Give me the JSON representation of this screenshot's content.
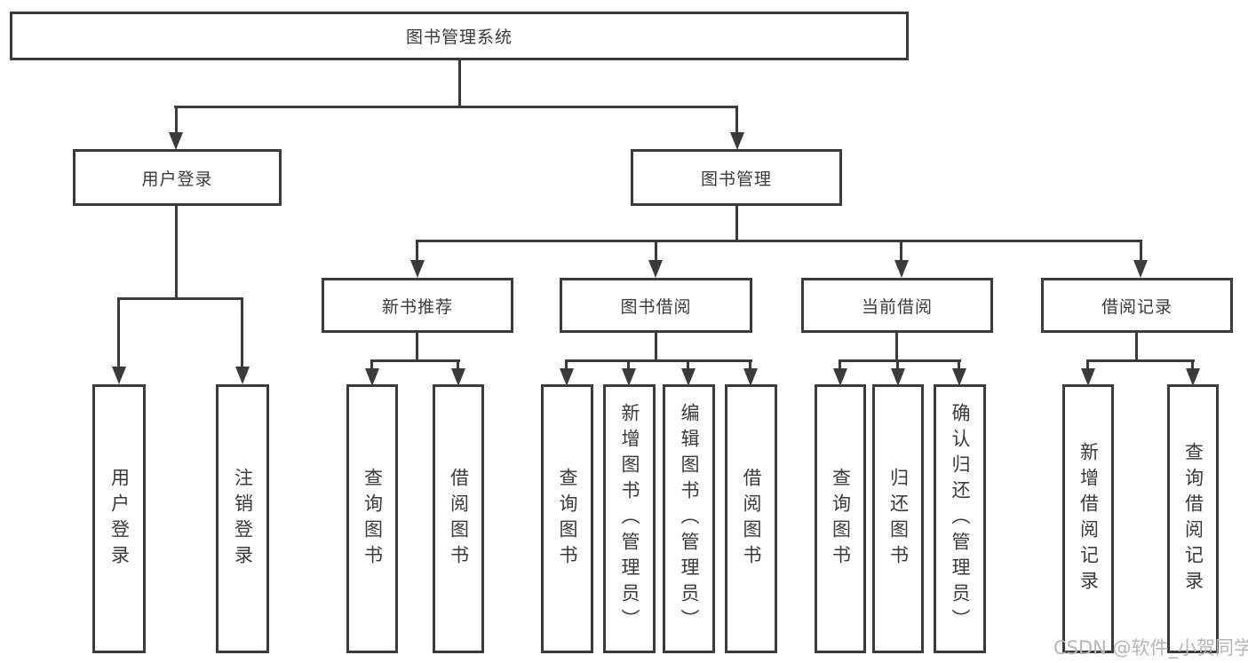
{
  "tree": {
    "root": {
      "label": "图书管理系统"
    },
    "branches": [
      {
        "label": "用户登录",
        "children": [
          "用户登录",
          "注销登录"
        ]
      },
      {
        "label": "图书管理",
        "groups": [
          {
            "label": "新书推荐",
            "children": [
              "查询图书",
              "借阅图书"
            ]
          },
          {
            "label": "图书借阅",
            "children": [
              "查询图书",
              "新增图书（管理员）",
              "编辑图书（管理员）",
              "借阅图书"
            ]
          },
          {
            "label": "当前借阅",
            "children": [
              "查询图书",
              "归还图书",
              "确认归还（管理员）"
            ]
          },
          {
            "label": "借阅记录",
            "children": [
              "新增借阅记录",
              "查询借阅记录"
            ]
          }
        ]
      }
    ]
  },
  "watermark": {
    "text": "CSDN @软件_小贺同学"
  },
  "colors": {
    "line": "#3b3b3b",
    "text": "#3a3a3a",
    "watermark": "#b6b6b6",
    "background": "#ffffff"
  }
}
